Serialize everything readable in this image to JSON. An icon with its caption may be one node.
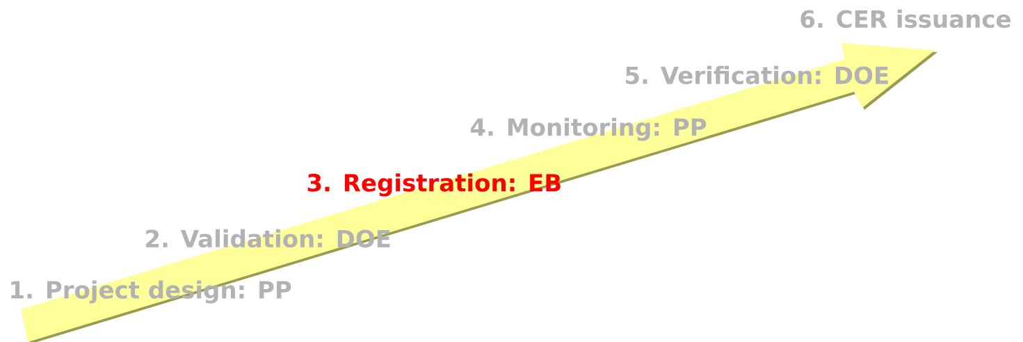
{
  "diagram": {
    "labels": [
      "6. CER issuance",
      "5. Verification: DOE",
      "4. Monitoring: PP",
      "3. Registration: EB",
      "2. Validation: DOE",
      "1. Project design: PP"
    ]
  }
}
